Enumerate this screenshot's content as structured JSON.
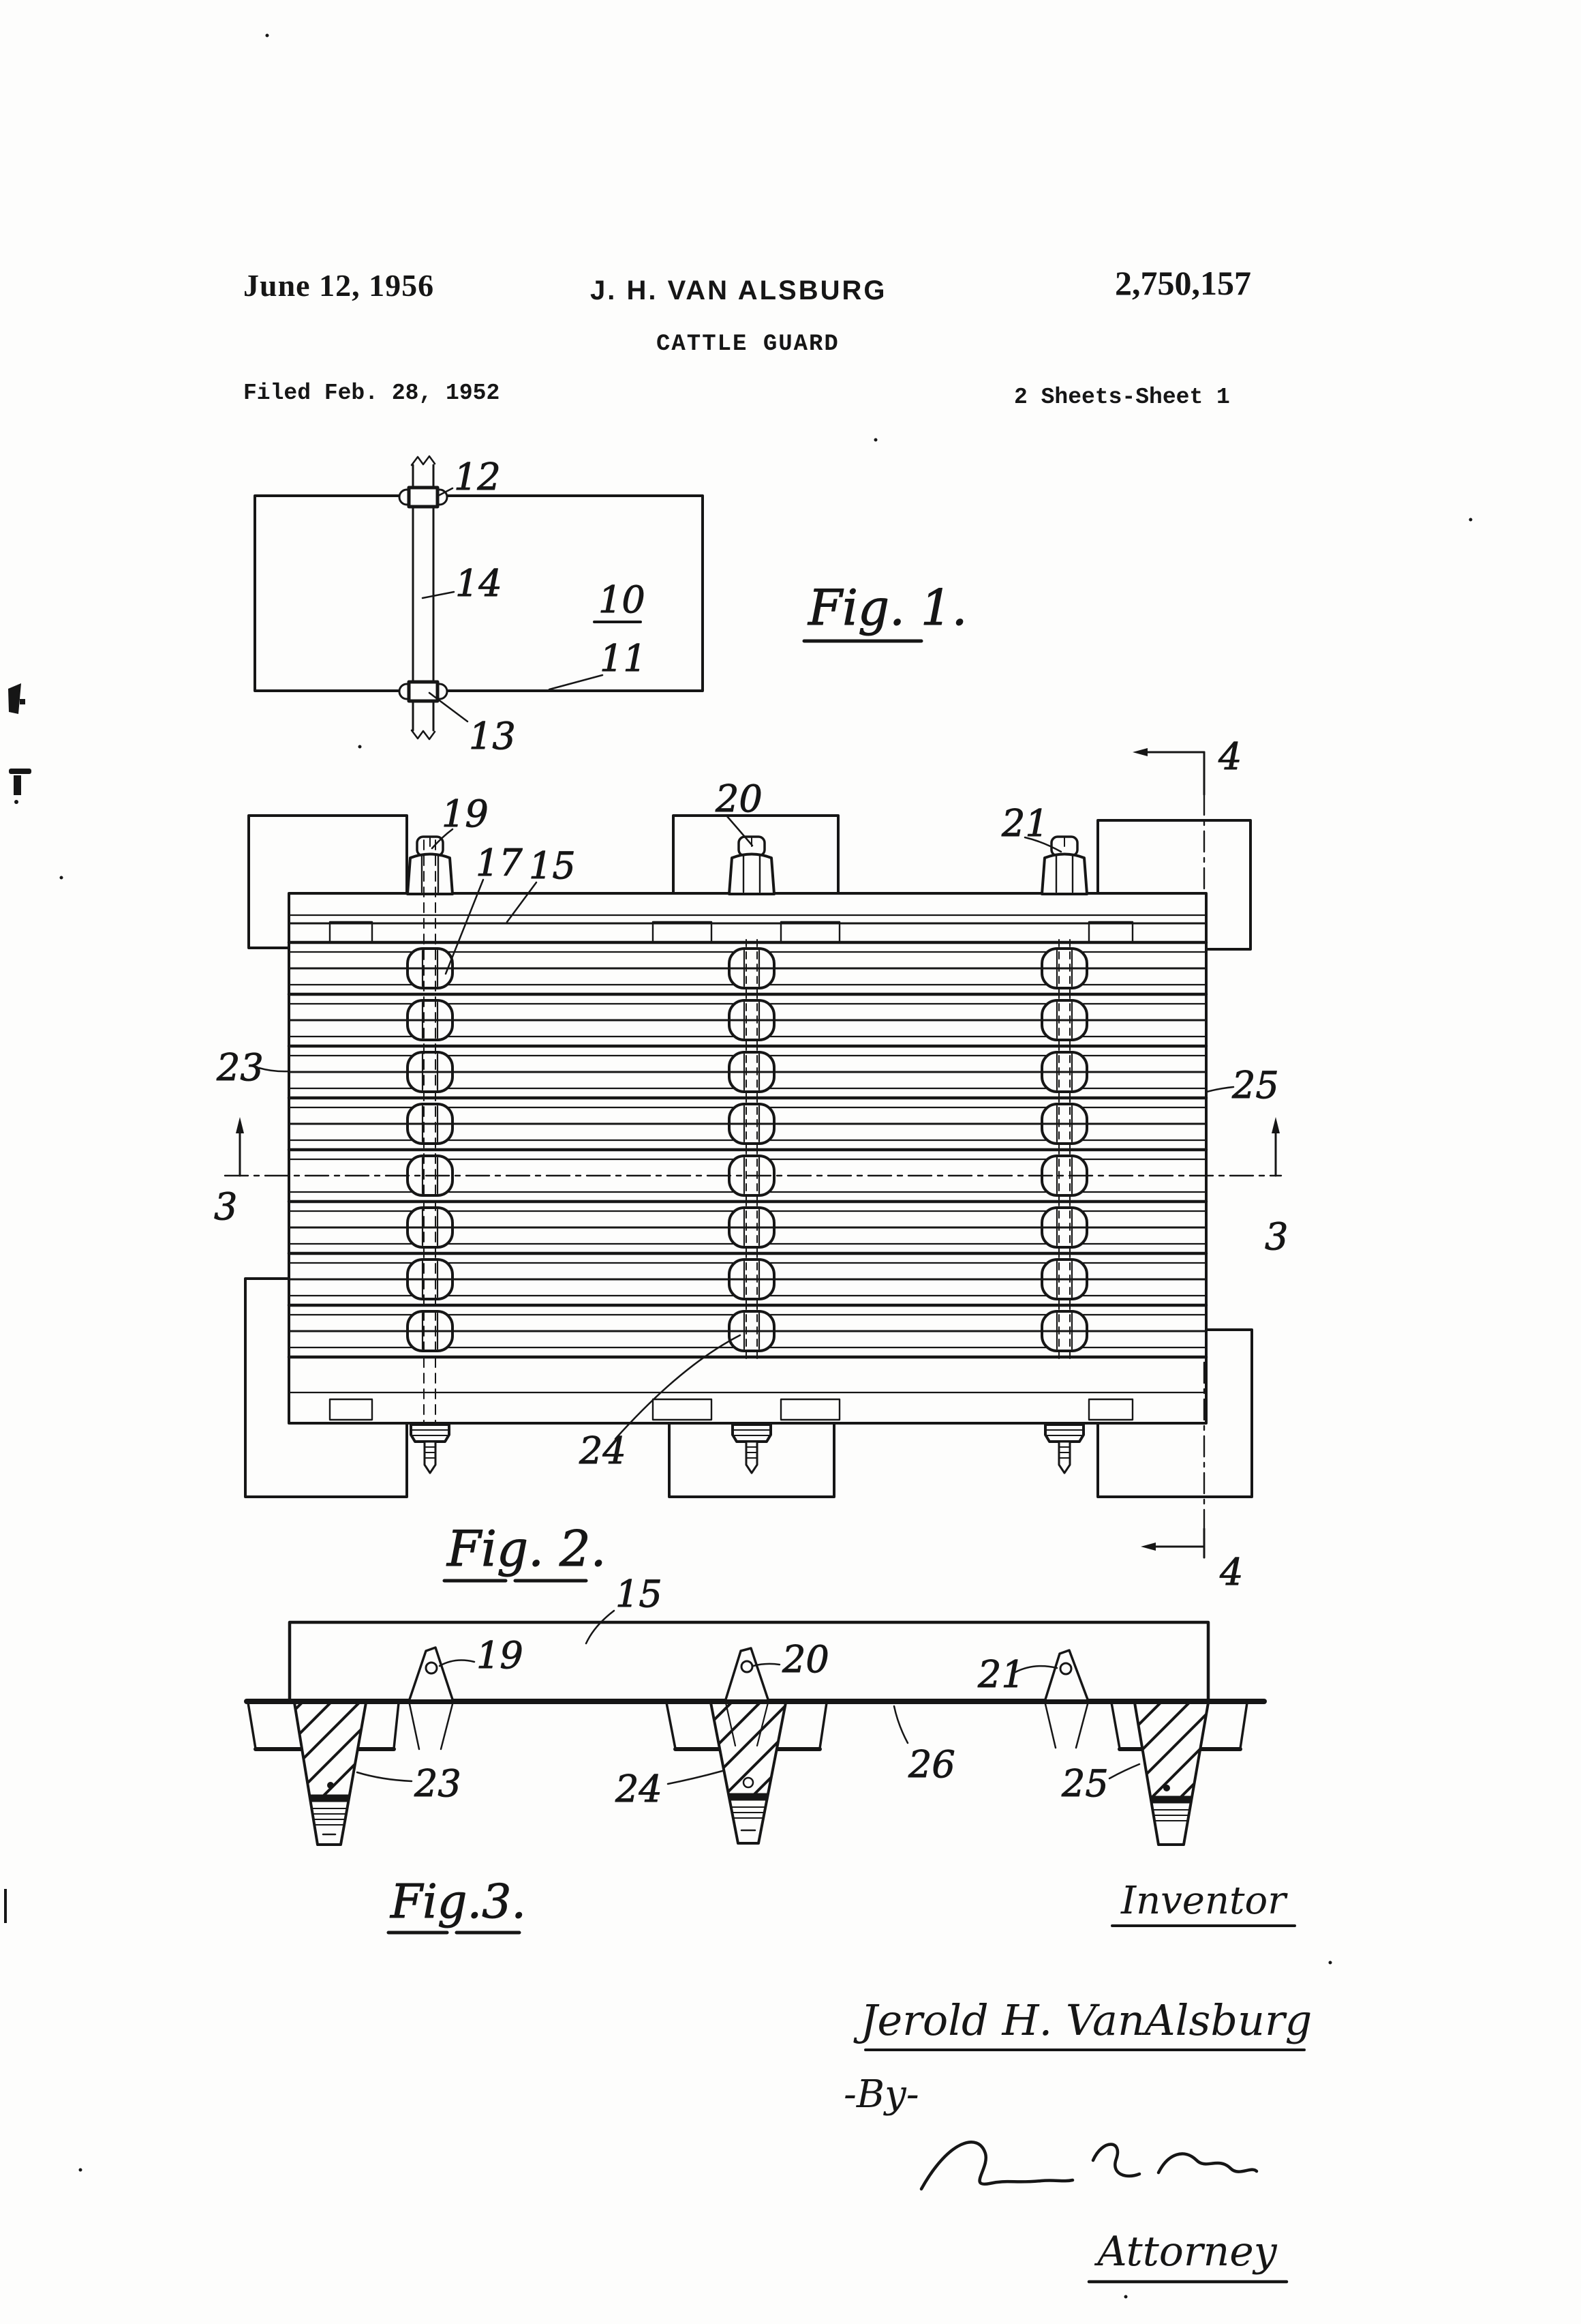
{
  "header": {
    "date": "June 12, 1956",
    "author": "J. H. VAN ALSBURG",
    "patent_number": "2,750,157",
    "doc_title": "CATTLE GUARD",
    "filed": "Filed Feb. 28, 1952",
    "sheet": "2 Sheets-Sheet 1"
  },
  "fig1": {
    "caption": "Fig. 1.",
    "labels": {
      "n10": "10",
      "n11": "11",
      "n12": "12",
      "n13": "13",
      "n14": "14"
    }
  },
  "fig2": {
    "caption": "Fig. 2.",
    "labels": {
      "n15": "15",
      "n17": "17",
      "n19": "19",
      "n20": "20",
      "n21": "21",
      "n23": "23",
      "n24": "24",
      "n25": "25",
      "s3": "3",
      "s4": "4"
    }
  },
  "fig3": {
    "caption": "Fig.3.",
    "labels": {
      "n15": "15",
      "n19": "19",
      "n20": "20",
      "n21": "21",
      "n23": "23",
      "n24": "24",
      "n25": "25",
      "n26": "26"
    }
  },
  "sig": {
    "heading": "Inventor",
    "name": "Jerold H. VanAlsburg",
    "by": "-By-",
    "signature_note": "(illegible cursive signature)",
    "attorney": "Attorney"
  }
}
